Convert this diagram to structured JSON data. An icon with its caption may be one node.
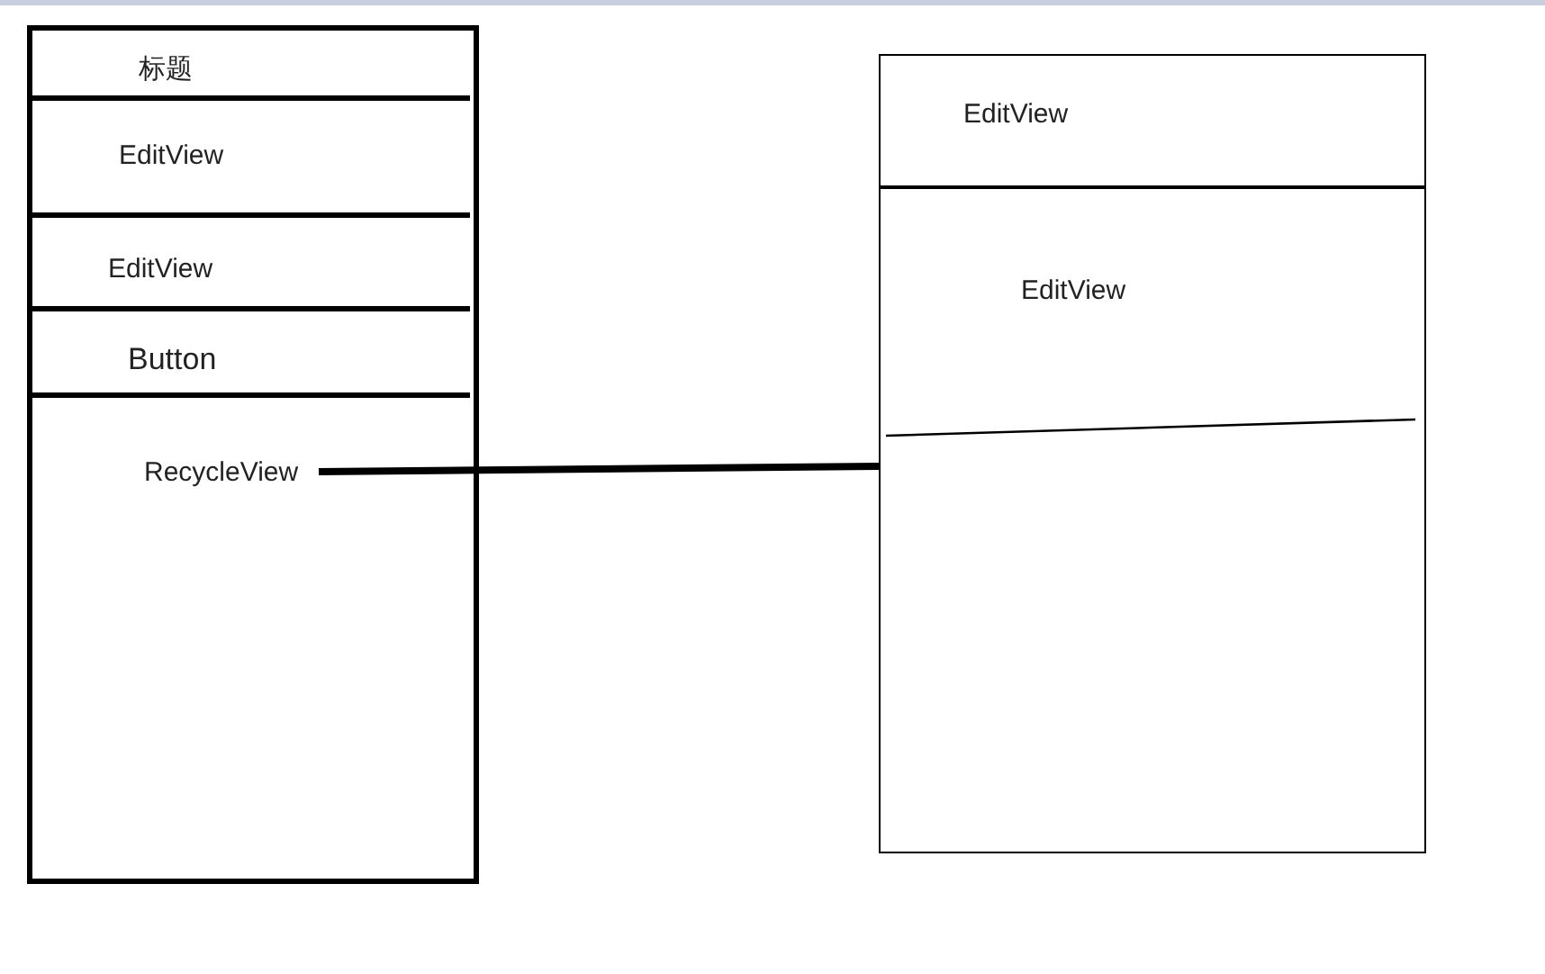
{
  "diagram": {
    "nodes": [
      {
        "text": [],
        "shape": "box"
      },
      {
        "text": [
          "标题"
        ],
        "in": 0
      },
      {
        "text": [
          "EditView"
        ],
        "in": 0
      },
      {
        "text": [
          "EditView"
        ],
        "in": 0
      },
      {
        "text": [
          "Button"
        ],
        "in": 0
      },
      {
        "text": [
          "RecycleView"
        ],
        "in": 0
      },
      {
        "text": [],
        "shape": "box"
      },
      {
        "text": [
          "EditView"
        ],
        "in": 6
      },
      {
        "text": [
          "EditView"
        ],
        "in": 6
      }
    ],
    "edges": [
      {
        "from": 5,
        "to": 6,
        "arrow": "none"
      }
    ]
  }
}
